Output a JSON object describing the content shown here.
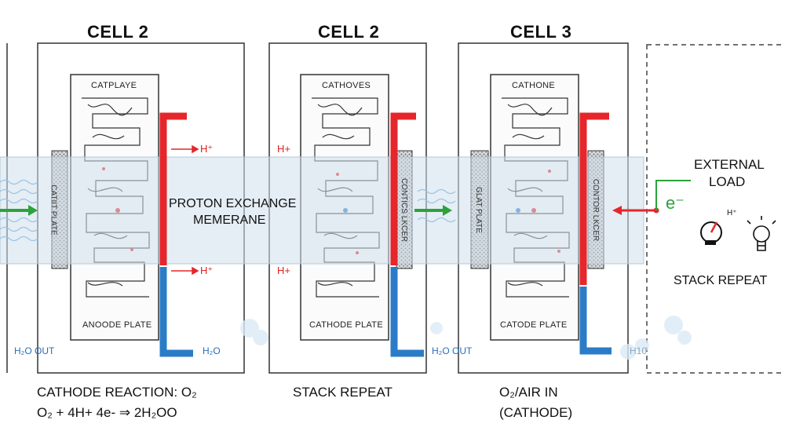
{
  "cells": [
    {
      "title": "CELL 2",
      "plate_top": "CATPLAYE",
      "plate_bottom": "ANOODE PLATE",
      "layer_text": "CATIIT PLATE",
      "hplus_top": "H⁺",
      "hplus_bottom": "H⁺",
      "water": "H₂O"
    },
    {
      "title": "CELL 2",
      "plate_top": "CATHOVES",
      "plate_bottom": "CATHODE PLATE",
      "layer_text": "CONTICS LKCER",
      "hplus_top": "H+",
      "hplus_bottom": "H+",
      "water": "H₂O OUT"
    },
    {
      "title": "CELL 3",
      "plate_top": "CATHONE",
      "plate_bottom": "CATODE PLATE",
      "layer_text": "CONTOR LKCER",
      "layer_text_left": "GLAT PLATE",
      "water": "H10"
    }
  ],
  "left_water": "H₂O OUT",
  "membrane_label_line1": "PROTON EXCHANGE",
  "membrane_label_line2": "MEMERANE",
  "external": {
    "title_line1": "EXTERNAL",
    "title_line2": "LOAD",
    "electron": "e⁻",
    "meter_mark": "H⁺",
    "stack_repeat": "STACK REPEAT"
  },
  "bottom_labels": {
    "reaction_line1": "CATHODE REACTION: O₂",
    "reaction_line2": "O₂ + 4H+ 4e- ⇒ 2H₂OO",
    "stack_repeat": "STACK REPEAT",
    "air_line1": "O₂/AIR IN",
    "air_line2": "(CATHODE)"
  },
  "colors": {
    "red": "#e5262b",
    "blue": "#2b7cc7",
    "green": "#2aa33a",
    "membrane": "#cfe0ec"
  }
}
